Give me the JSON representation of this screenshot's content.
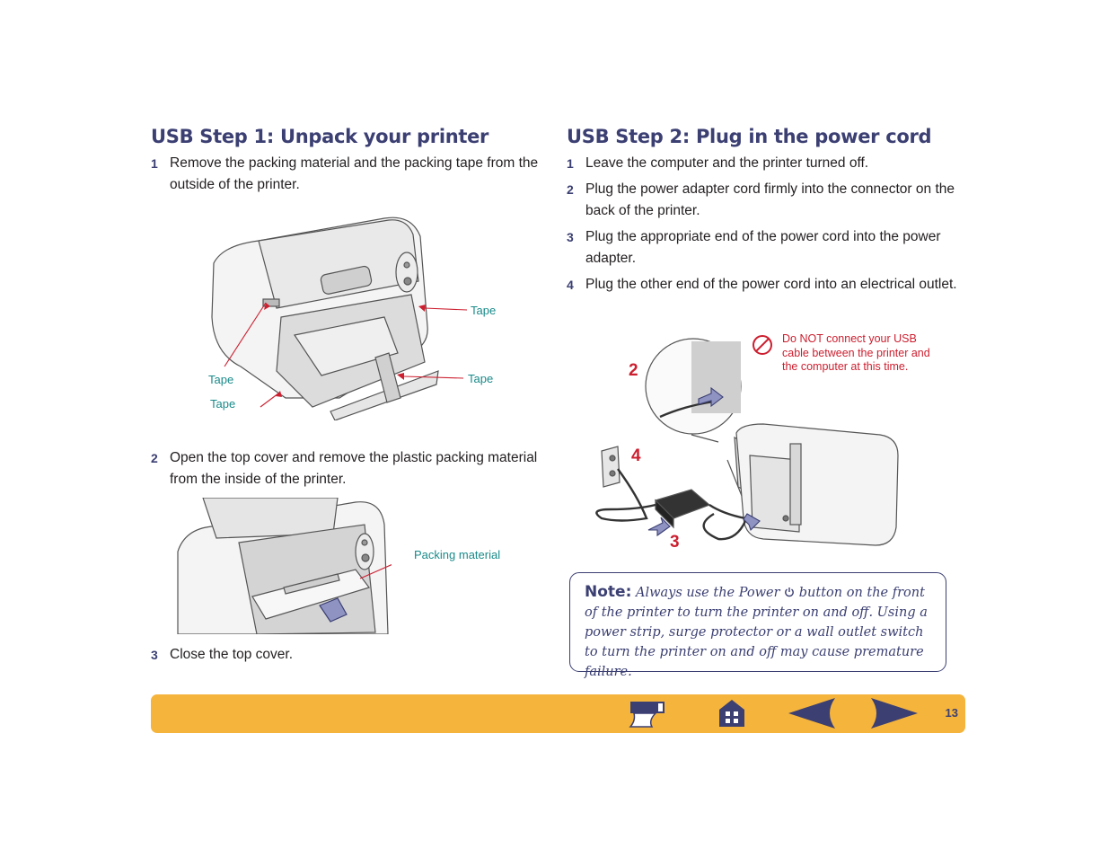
{
  "left": {
    "title": "USB Step 1: Unpack your printer",
    "steps": [
      {
        "num": "1",
        "text": "Remove the packing material and the packing tape from the outside of the printer."
      },
      {
        "num": "2",
        "text": "Open the top cover and remove the plastic packing material from the inside of the printer."
      },
      {
        "num": "3",
        "text": "Close the top cover."
      }
    ],
    "fig1_labels": {
      "tape_right_top": "Tape",
      "tape_right": "Tape",
      "tape_left": "Tape",
      "tape_left_bottom": "Tape"
    },
    "fig2_label": "Packing material"
  },
  "right": {
    "title": "USB Step 2: Plug in the power cord",
    "steps": [
      {
        "num": "1",
        "text": "Leave the computer and the printer turned off."
      },
      {
        "num": "2",
        "text": "Plug the power adapter cord firmly into the connector on the back of the printer."
      },
      {
        "num": "3",
        "text": "Plug the appropriate end of the power cord into the power adapter."
      },
      {
        "num": "4",
        "text": "Plug the other end of the power cord into an electrical outlet."
      }
    ],
    "warning": "Do NOT connect your USB cable between the printer and the computer at this time.",
    "callouts": {
      "c2": "2",
      "c3": "3",
      "c4": "4"
    }
  },
  "note": {
    "label": "Note:",
    "text_before": "Always use the Power",
    "text_after": "button on the front of the printer to turn the printer on and off. Using a power strip, surge protector or a wall outlet switch to turn the printer on and off may cause premature failure."
  },
  "footer": {
    "page_number": "13",
    "icons": [
      "printer-menu-icon",
      "home-icon",
      "previous-arrow-icon",
      "next-arrow-icon"
    ],
    "bar_color": "#f5b43c",
    "icon_color": "#3b3f72"
  },
  "colors": {
    "heading": "#3b3f72",
    "teal_label": "#1a8a8a",
    "warning_red": "#cc1f2f"
  }
}
